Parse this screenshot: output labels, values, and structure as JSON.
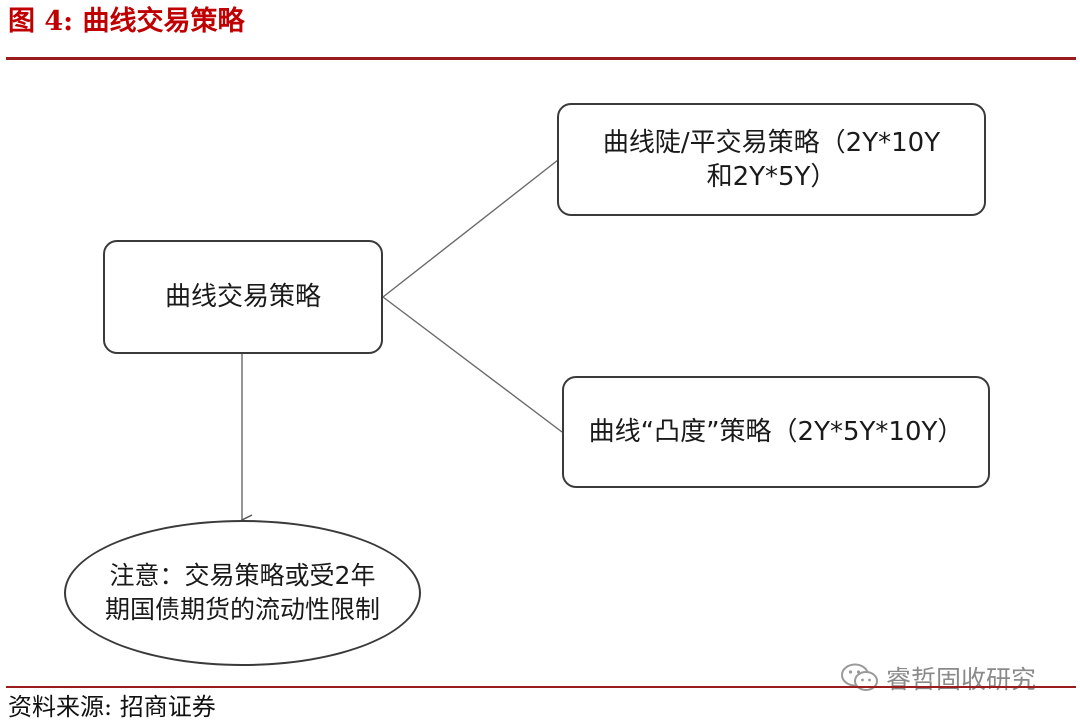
{
  "figure": {
    "title": "图 4:  曲线交易策略",
    "source": "资料来源:  招商证券"
  },
  "diagram": {
    "root": "曲线交易策略",
    "branch_steep_flat": [
      "曲线陡/平交易策略（2Y*10Y",
      "和2Y*5Y）"
    ],
    "branch_convexity": "曲线“凸度”策略（2Y*5Y*10Y）",
    "note": [
      "注意：交易策略或受2年",
      "期国债期货的流动性限制"
    ]
  },
  "watermark": {
    "text": "睿哲固收研究",
    "icon": "wechat-icon"
  },
  "colors": {
    "accent": "#c00000",
    "rule": "#9b1c1c",
    "stroke": "#3a3a3a"
  }
}
